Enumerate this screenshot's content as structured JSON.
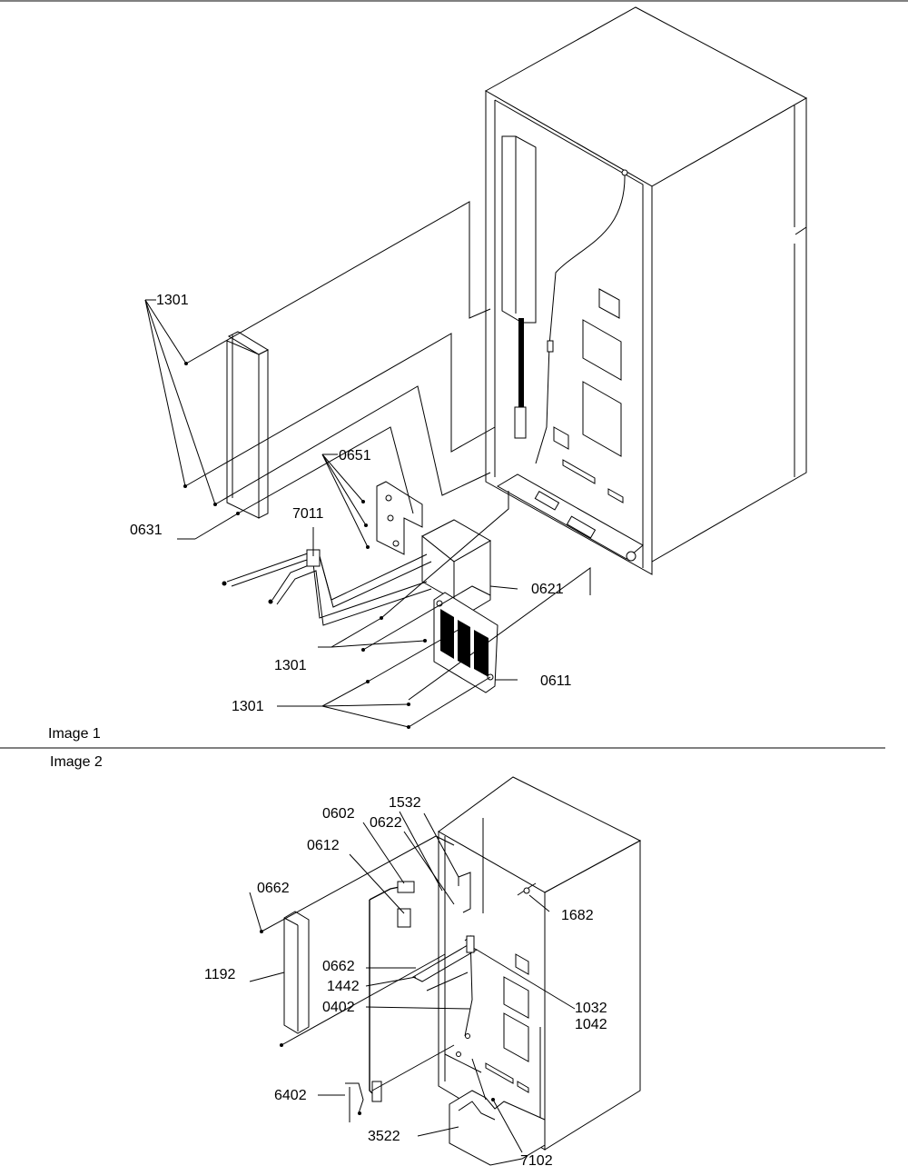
{
  "images": [
    {
      "caption": "Image 1",
      "callouts": [
        "1301",
        "0651",
        "7011",
        "0631",
        "0621",
        "1301",
        "0611",
        "1301"
      ]
    },
    {
      "caption": "Image 2",
      "callouts": [
        "0602",
        "1532",
        "0622",
        "0612",
        "0662",
        "1682",
        "1192",
        "0662",
        "1442",
        "0402",
        "1032",
        "1042",
        "6402",
        "3522",
        "7102"
      ]
    }
  ]
}
